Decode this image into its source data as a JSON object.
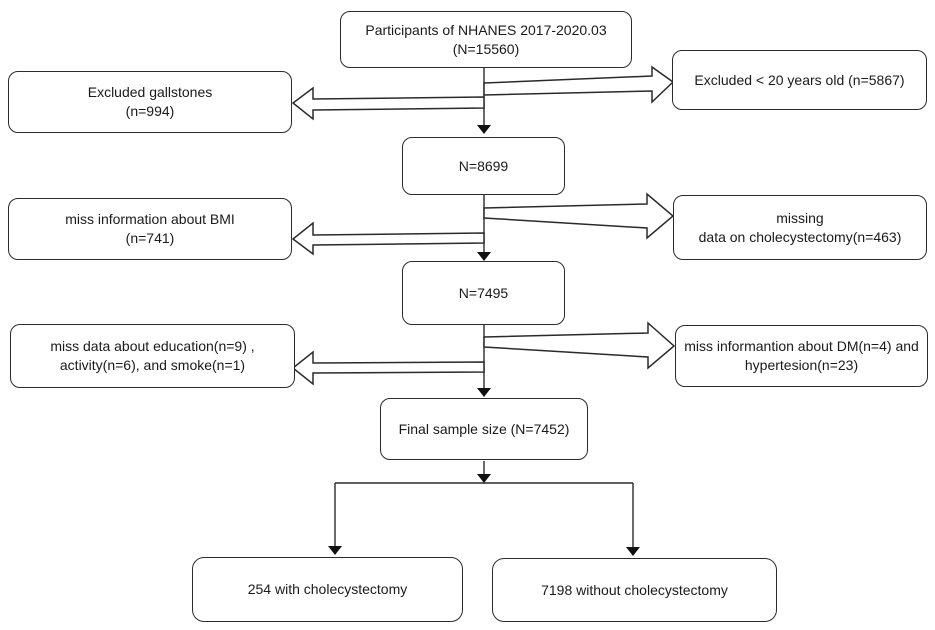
{
  "nodes": {
    "participants": {
      "line1": "Participants of NHANES 2017-2020.03",
      "line2": "(N=15560)"
    },
    "excluded_gallstones": {
      "line1": "Excluded gallstones",
      "line2": "(n=994)"
    },
    "excluded_age": {
      "line1": "Excluded < 20 years old (n=5867)"
    },
    "n8699": {
      "line1": "N=8699"
    },
    "miss_bmi": {
      "line1": "miss information about BMI",
      "line2": "(n=741)"
    },
    "missing_cholecystectomy": {
      "line1": "missing",
      "line2": "data on cholecystectomy(n=463)"
    },
    "n7495": {
      "line1": "N=7495"
    },
    "miss_education": {
      "line1": "miss data about education(n=9) ,",
      "line2": "activity(n=6), and smoke(n=1)"
    },
    "miss_dm": {
      "line1": "miss informantion about DM(n=4) and",
      "line2": "hypertesion(n=23)"
    },
    "final_sample": {
      "line1": "Final sample size (N=7452)"
    },
    "with_cholecystectomy": {
      "line1": "254 with cholecystectomy"
    },
    "without_cholecystectomy": {
      "line1": "7198 without cholecystectomy"
    }
  },
  "colors": {
    "line": "#2a2a2a",
    "arrowhead_fill": "#111111",
    "box_fill": "#ffffff",
    "text": "#1a1a1a",
    "background": "#ffffff"
  }
}
